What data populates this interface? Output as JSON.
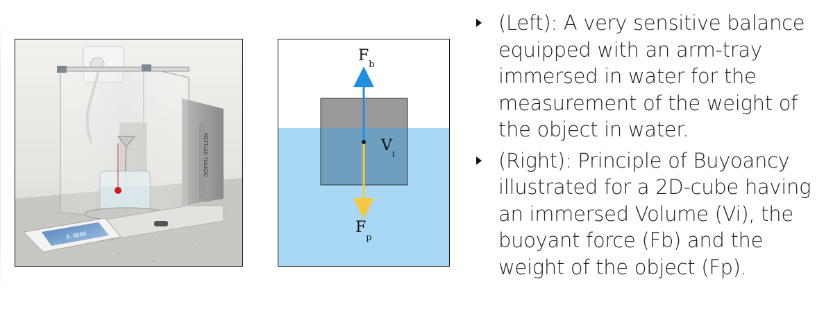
{
  "photo": {
    "subject": "analytical-balance-photo",
    "brand_text": "METTLER TOLEDO",
    "display_value": "0.0008"
  },
  "diagram": {
    "buoyant_force": {
      "symbol": "F",
      "subscript": "b"
    },
    "weight_force": {
      "symbol": "F",
      "subscript": "p"
    },
    "immersed_volume": {
      "symbol": "V",
      "subscript": "i"
    },
    "colors": {
      "water": "#a8d8f5",
      "cube_above_water": "#9a9a9a",
      "cube_in_water": "#6f9fbe",
      "buoyant_arrow": "#1f8fe0",
      "weight_arrow": "#f5c842"
    }
  },
  "bullets": [
    {
      "text": "(Left): A very sensitive balance equipped with an arm-tray immersed in water for the measurement of the weight of the object in water."
    },
    {
      "text": "(Right): Principle of Buyoancy illustrated for a 2D-cube having an immersed Volume (Vi), the buoyant force (Fb) and the weight of the object (Fp)."
    }
  ]
}
